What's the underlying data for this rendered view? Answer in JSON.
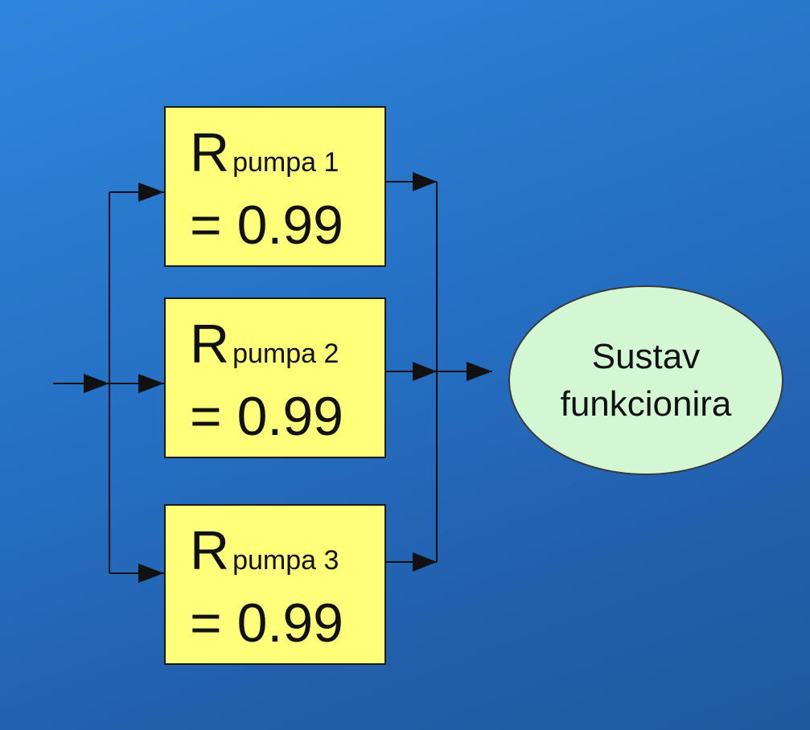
{
  "blocks": [
    {
      "symbol": "R",
      "subscript": "pumpa 1",
      "value": "= 0.99"
    },
    {
      "symbol": "R",
      "subscript": "pumpa 2",
      "value": "= 0.99"
    },
    {
      "symbol": "R",
      "subscript": "pumpa 3",
      "value": "= 0.99"
    }
  ],
  "outcome": {
    "line1": "Sustav",
    "line2": "funkcionira"
  },
  "colors": {
    "block_fill": "#ffff7a",
    "outcome_fill": "#d2f7d2",
    "background": "#2570c4"
  }
}
